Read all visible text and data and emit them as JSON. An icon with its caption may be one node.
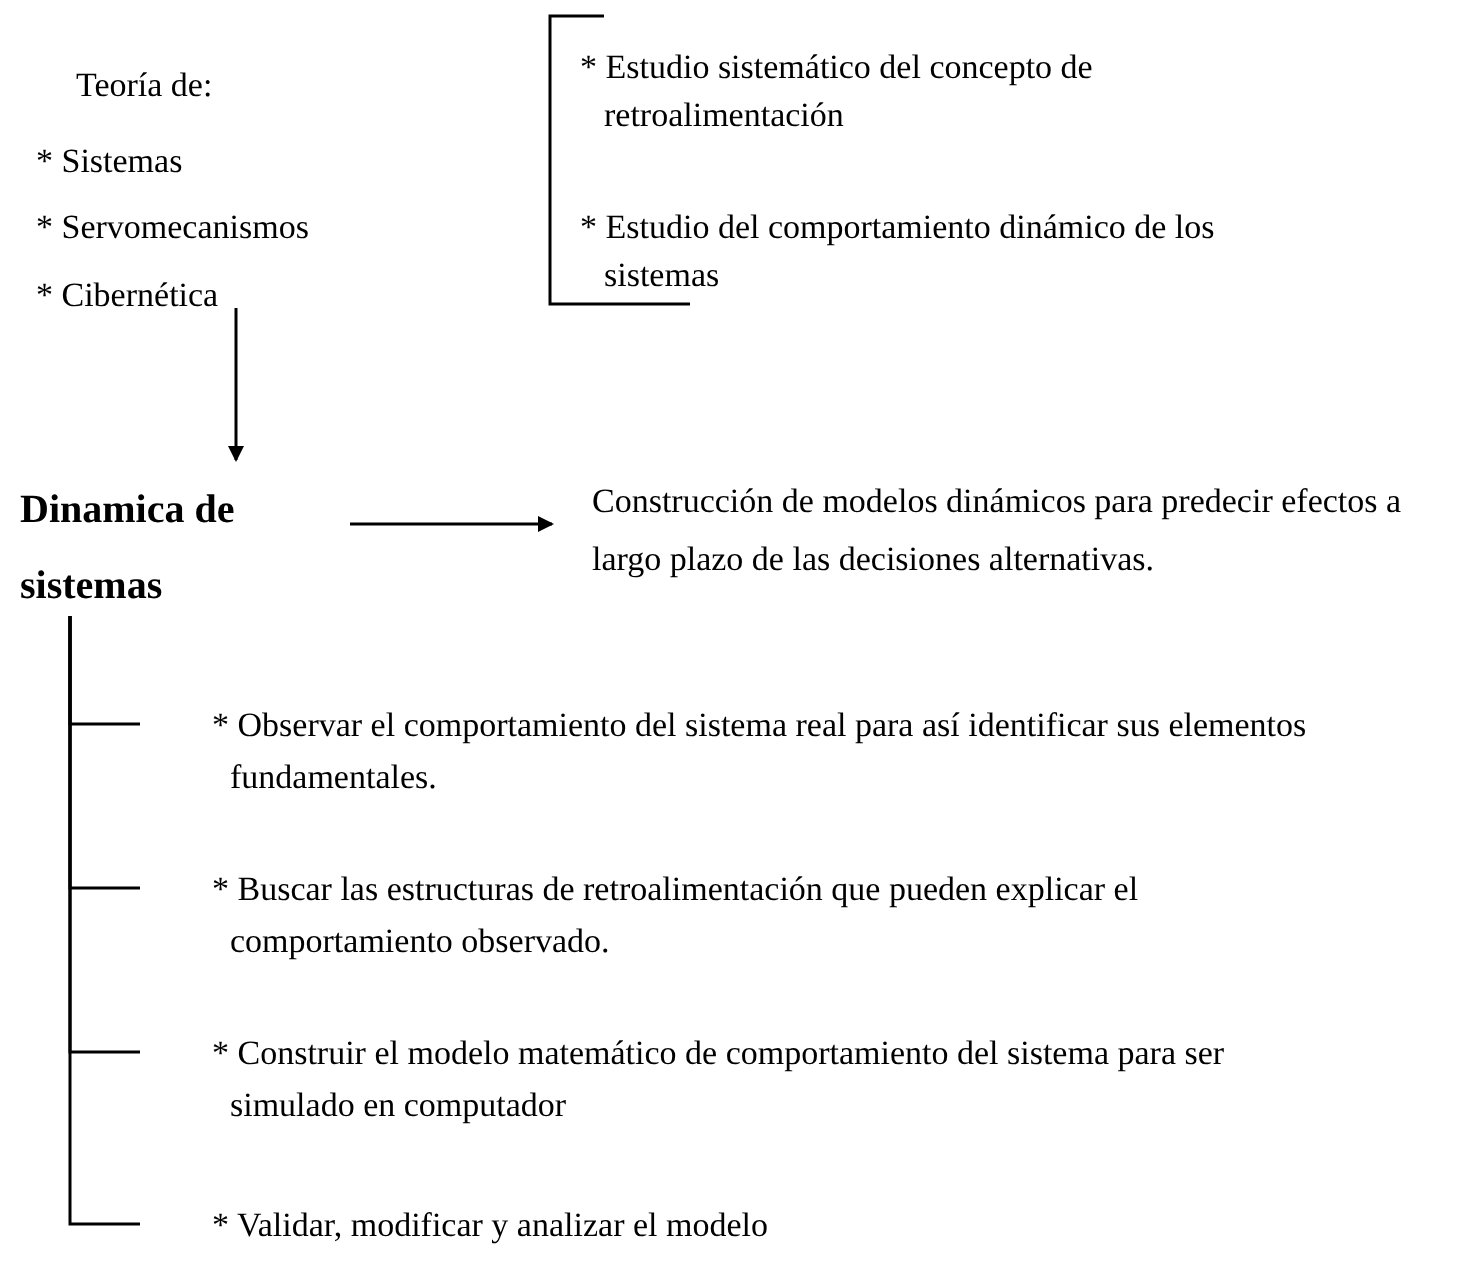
{
  "diagram": {
    "nodes": [
      {
        "text": [
          "Teoría de:",
          "* Sistemas",
          "* Servomecanismos",
          "* Cibernética"
        ]
      },
      {
        "text": [
          "Dinamica de sistemas"
        ]
      },
      {
        "text": [
          "Construcción de modelos dinámicos para predecir efectos a largo plazo de las decisiones alternativas."
        ]
      },
      {
        "text": [
          "* Observar el comportamiento del sistema real para así identificar sus elementos fundamentales."
        ]
      },
      {
        "text": [
          "* Buscar las estructuras de retroalimentación que pueden explicar el comportamiento observado."
        ]
      },
      {
        "text": [
          "* Construir el modelo matemático de comportamiento del sistema para ser simulado en computador"
        ]
      },
      {
        "text": [
          "* Validar, modificar y analizar el modelo"
        ]
      }
    ],
    "edges": [
      {
        "from": 0,
        "to": 1,
        "arrow": "to"
      },
      {
        "from": 1,
        "to": 2,
        "arrow": "to"
      },
      {
        "from": 1,
        "to": 3,
        "arrow": "none"
      },
      {
        "from": 1,
        "to": 4,
        "arrow": "none"
      },
      {
        "from": 1,
        "to": 5,
        "arrow": "none"
      },
      {
        "from": 1,
        "to": 6,
        "arrow": "none"
      }
    ],
    "labels": [
      "* Estudio sistemático del concepto de retroalimentación",
      "* Estudio del comportamiento dinámico de los sistemas"
    ]
  }
}
